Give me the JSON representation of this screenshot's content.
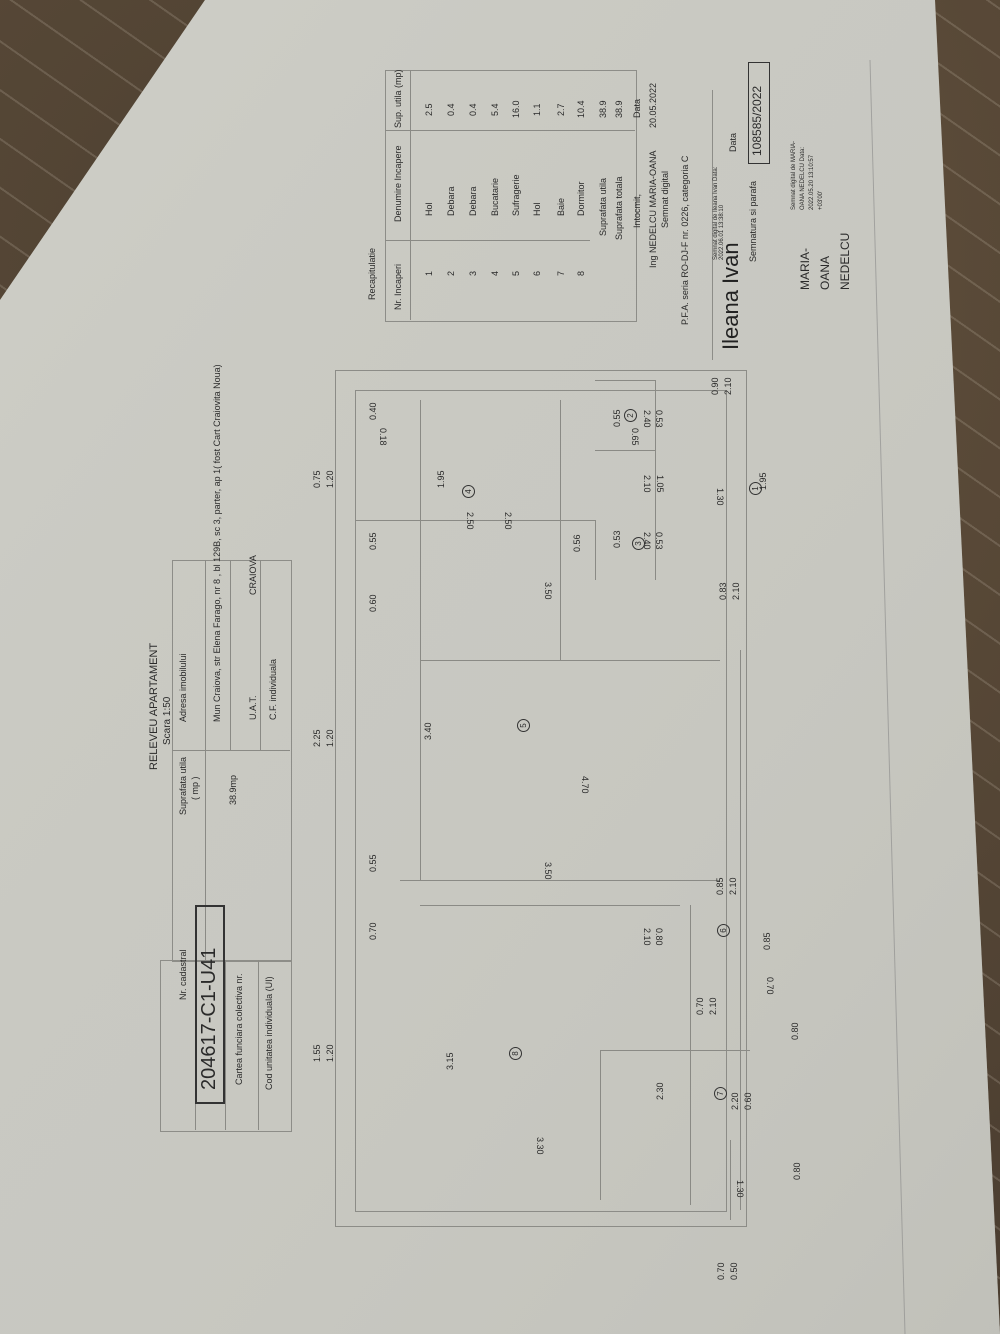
{
  "document": {
    "title": "RELEVEU APARTAMENT",
    "scale": "Scara   1:50"
  },
  "header_table": {
    "nr_cadastral_label": "Nr. cadastral",
    "nr_cadastral_value": "204617-C1-U41",
    "cf_colectiva_label": "Cartea funciara colectiva nr.",
    "cod_ui_label": "Cod unitatea individuala (UI)",
    "suprafata_label": "Suprafata utila",
    "suprafata_unit": "( mp )",
    "suprafata_value": "38.9mp",
    "adresa_label": "Adresa imobilului",
    "adresa_value": "Mun Craiova, str  Elena Farago, nr 8 , bl 129B, sc 3, parter, ap 1( fost Cart Craiovita Noua)",
    "uat_label": "U.A.T.",
    "uat_value": "CRAIOVA",
    "cf_individuala_label": "C.F. individuala"
  },
  "recapitulatie": {
    "title": "Recapitulatie",
    "columns": [
      "Nr. Incaperi",
      "Denumire Incapere",
      "Sup. utila (mp)"
    ],
    "rows": [
      {
        "nr": "1",
        "name": "Hol",
        "area": "2.5"
      },
      {
        "nr": "2",
        "name": "Debara",
        "area": "0.4"
      },
      {
        "nr": "3",
        "name": "Debara",
        "area": "0.4"
      },
      {
        "nr": "4",
        "name": "Bucatarie",
        "area": "5.4"
      },
      {
        "nr": "5",
        "name": "Sufragerie",
        "area": "16.0"
      },
      {
        "nr": "6",
        "name": "Hol",
        "area": "1.1"
      },
      {
        "nr": "7",
        "name": "Baie",
        "area": "2.7"
      },
      {
        "nr": "8",
        "name": "Dormitor",
        "area": "10.4"
      }
    ],
    "suprafata_utila_label": "Suprafata utila",
    "suprafata_utila_value": "38.9",
    "suprafata_totala_label": "Suprafata totala",
    "suprafata_totala_value": "38.9",
    "intocmit_label": "Intocmit,",
    "data_label": "Data",
    "engineer": "Ing  NEDELCU MARIA-OANA",
    "semnat_digital": "Semnat digital",
    "date_value": "20.05.2022",
    "pfa": "P.F.A. seria RO-DJ-F nr. 0226, categoria C",
    "signature_name": "Ileana Ivan",
    "signature_stamp_text": "Semnat digital de Ileana Ivan Data: 2022.06.01 13:38:10",
    "semnatura_label": "Semnatura si parafa",
    "data2_label": "Data",
    "reg_number": "108585/2022",
    "signer2_name": "MARIA- OANA NEDELCU",
    "signer2_stamp": "Semnat digital de MARIA-OANA NEDELCU Data: 2022.05.20 13:10:57 +03'00'"
  },
  "floor_plan": {
    "room_markers": [
      "1",
      "2",
      "3",
      "4",
      "5",
      "6",
      "7",
      "8"
    ],
    "top_dims": [
      {
        "a": "0.75",
        "b": "1.20"
      },
      {
        "a": "2.25",
        "b": "1.20"
      },
      {
        "a": "1.55",
        "b": "1.20"
      }
    ],
    "dims": {
      "d040": "0.40",
      "d018": "0.18",
      "d055a": "0.55",
      "d060": "0.60",
      "d055b": "0.55",
      "d070a": "0.70",
      "d195a": "1.95",
      "d250a": "2.50",
      "d250b": "2.50",
      "d350a": "3.50",
      "d340": "3.40",
      "d470": "4.70",
      "d350b": "3.50",
      "d315": "3.15",
      "d330": "3.30",
      "d056": "0.56",
      "d055c": "0.55",
      "d065": "0.65",
      "d053a": "0.53",
      "d240a": "2.40",
      "d210a": "2.10",
      "d105": "1.05",
      "d053b": "0.53",
      "d240b": "2.40",
      "d053c": "0.53",
      "d130a": "1.30",
      "d195b": "1.95",
      "door1a": "0.90",
      "door1b": "2.10",
      "door2a": "0.83",
      "door2b": "2.10",
      "door3a": "0.85",
      "door3b": "2.10",
      "d080a": "0.80",
      "d210b": "2.10",
      "door4a": "0.70",
      "door4b": "2.10",
      "d070b": "0.70",
      "d085": "0.85",
      "d230": "2.30",
      "d220": "2.20",
      "d060b": "0.60",
      "d080b": "0.80",
      "d130b": "1.30",
      "d080c": "0.80",
      "d070c": "0.70",
      "d050": "0.50"
    }
  }
}
